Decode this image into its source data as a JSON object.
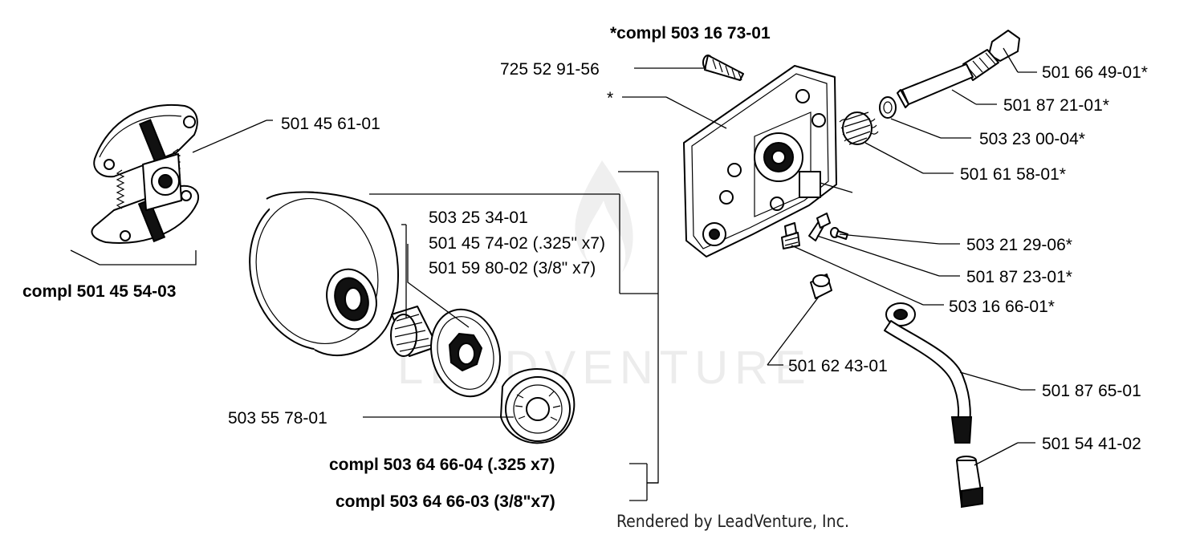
{
  "diagram": {
    "assemblies": {
      "clutch": "compl 501 45 54-03",
      "oil_pump": "*compl 503 16 73-01",
      "drum_kit_325": "compl 503 64 66-04 (.325 x7)",
      "drum_kit_38": "compl 503 64 66-03 (3/8\"x7)"
    },
    "parts": {
      "p1": "501 45 61-01",
      "p2": "725 52 91-56",
      "p3": "*",
      "p4": "501 66 49-01*",
      "p5": "501 87 21-01*",
      "p6": "503 23 00-04*",
      "p7": "501 61 58-01*",
      "p8": "503 25 34-01",
      "p9": "501 45 74-02 (.325\" x7)",
      "p10": "501 59 80-02 (3/8\" x7)",
      "p11": "503 21 29-06*",
      "p12": "501 87 23-01*",
      "p13": "503 16 66-01*",
      "p14": "501 62 43-01",
      "p15": "501 87 65-01",
      "p16": "503 55 78-01",
      "p17": "501 54 41-02"
    },
    "watermark": "LEADVENTURE",
    "footer": "Rendered by LeadVenture, Inc."
  }
}
